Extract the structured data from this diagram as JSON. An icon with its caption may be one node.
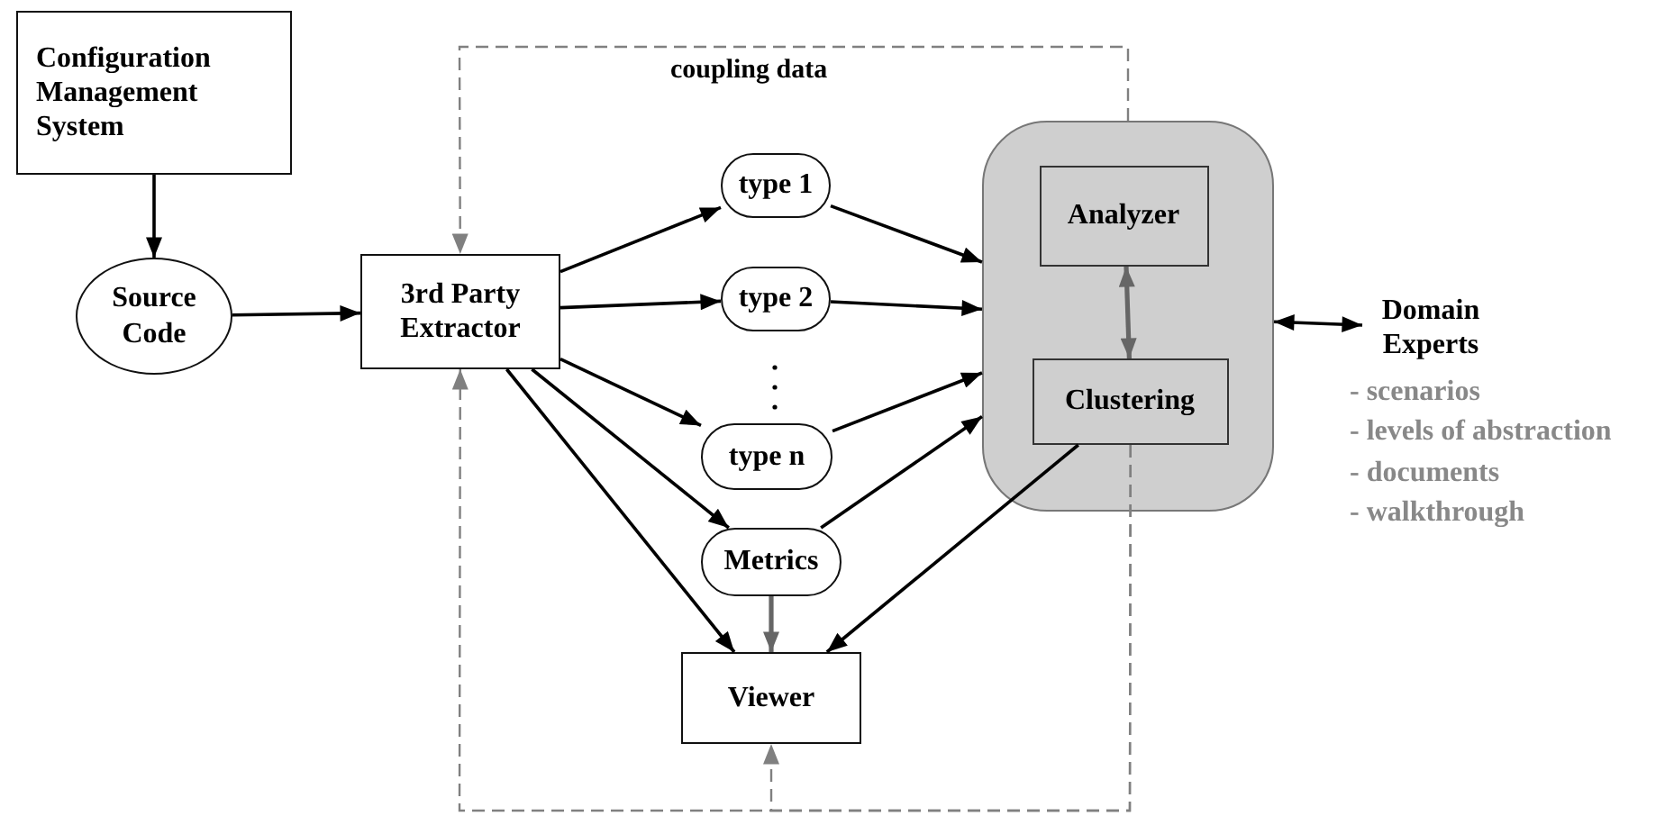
{
  "diagram": {
    "nodes": [
      {
        "text": [
          "Configuration Management System"
        ]
      },
      {
        "text": [
          "Source Code"
        ]
      },
      {
        "text": [
          "3rd Party Extractor"
        ]
      },
      {
        "text": [
          "type 1"
        ]
      },
      {
        "text": [
          "type 2"
        ]
      },
      {
        "text": [
          "type n"
        ]
      },
      {
        "text": [
          "Metrics"
        ]
      },
      {
        "text": [
          "Viewer"
        ]
      },
      {
        "text": [],
        "shape": "box"
      },
      {
        "text": [
          "Analyzer"
        ],
        "in": 8
      },
      {
        "text": [
          "Clustering"
        ],
        "in": 8
      },
      {
        "text": [
          "Domain Experts"
        ],
        "beside": [
          "- scenarios",
          "- levels of abstraction",
          "- documents",
          "- walkthrough"
        ]
      }
    ],
    "edges": [
      {
        "from": 0,
        "to": 1,
        "arrow": "to"
      },
      {
        "from": 1,
        "to": 2,
        "arrow": "to"
      },
      {
        "from": 2,
        "to": 3,
        "arrow": "to"
      },
      {
        "from": 2,
        "to": 4,
        "arrow": "to"
      },
      {
        "from": 2,
        "to": 5,
        "arrow": "to"
      },
      {
        "from": 2,
        "to": 6,
        "arrow": "to"
      },
      {
        "from": 2,
        "to": 7,
        "arrow": "to"
      },
      {
        "from": 3,
        "to": 8,
        "arrow": "to"
      },
      {
        "from": 4,
        "to": 8,
        "arrow": "to"
      },
      {
        "from": 5,
        "to": 8,
        "arrow": "to"
      },
      {
        "from": 6,
        "to": 8,
        "arrow": "to"
      },
      {
        "from": 10,
        "to": 7,
        "arrow": "to"
      },
      {
        "from": 6,
        "to": 7,
        "arrow": "to",
        "color": "#666666"
      },
      {
        "from": 9,
        "to": 10,
        "arrow": "both",
        "color": "#666666"
      },
      {
        "from": 8,
        "to": 11,
        "arrow": "both"
      },
      {
        "from": 8,
        "to": 2,
        "arrow": "to",
        "style": "dashed",
        "color": "#808080"
      },
      {
        "from": 10,
        "to": 2,
        "arrow": "to",
        "style": "dashed",
        "color": "#808080"
      },
      {
        "from": 10,
        "to": 7,
        "arrow": "to",
        "style": "dashed",
        "color": "#808080"
      }
    ],
    "labels": [
      "coupling data"
    ]
  }
}
